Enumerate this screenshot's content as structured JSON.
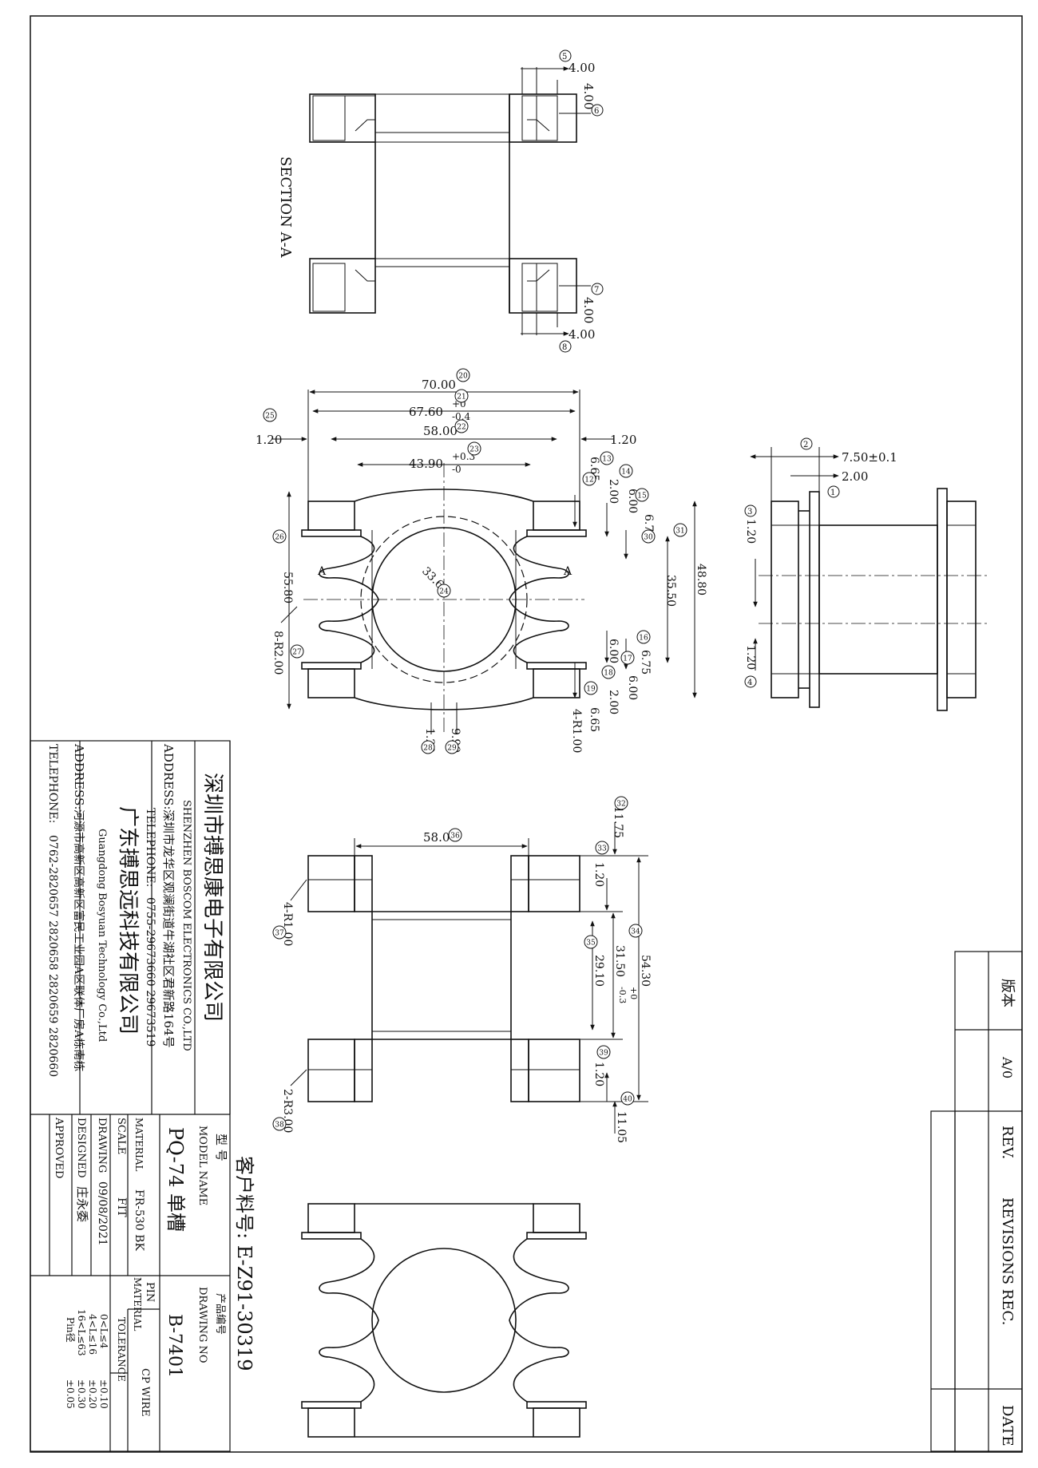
{
  "drawing": {
    "section_title": "SECTION A-A",
    "customer_part_label": "客户料号: E-Z91-30319",
    "section_dims": [
      "4.00",
      "4.00",
      "4.00",
      "4.00"
    ],
    "section_balloons": [
      "5",
      "6",
      "7",
      "8"
    ],
    "top_dims": [
      "70.00",
      "67.60",
      "58.00",
      "43.90",
      "1.20",
      "1.20",
      "6.65",
      "2.00",
      "6.00",
      "6.75",
      "35.50",
      "48.80",
      "55.80",
      "33.60",
      "6.00",
      "6.75",
      "6.00",
      "2.00",
      "6.65",
      "1.20",
      "9.90",
      "8-R2.00",
      "4-R1.00"
    ],
    "tol_top_0_4": [
      "+0",
      "-0.4"
    ],
    "tol_top_0_3": [
      "+0.3",
      "-0"
    ],
    "section_marks": [
      "A",
      "A"
    ],
    "side_dims": [
      "7.50±0.1",
      "2.00",
      "1.20",
      "1.20"
    ],
    "side_balloons": [
      "2",
      "1",
      "3",
      "4"
    ],
    "lower_dims": [
      "58.00",
      "11.75",
      "1.20",
      "54.30",
      "31.50",
      "29.10",
      "1.20",
      "11.05",
      "4-R1.00",
      "2-R3.00"
    ],
    "tol_lower": [
      "+0",
      "-0.3"
    ],
    "balloons": [
      "12",
      "13",
      "14",
      "15",
      "16",
      "17",
      "18",
      "19",
      "20",
      "21",
      "22",
      "23",
      "24",
      "25",
      "26",
      "27",
      "28",
      "29",
      "30",
      "31",
      "32",
      "33",
      "34",
      "35",
      "36",
      "37",
      "38",
      "39",
      "40"
    ]
  },
  "revision_block": {
    "version_label": "版本",
    "version_value": "A/0",
    "rev_label": "REV.",
    "revisions_label": "REVISIONS REC.",
    "date_label": "DATE"
  },
  "title_block": {
    "company_cn": "深圳市搏思康电子有限公司",
    "company_en": "SHENZHEN BOSCOM ELECTRONICS CO.,LTD",
    "address_label": "ADDRESS:",
    "address_value": "深圳市龙华区观澜街道牛湖社区君新路164号",
    "telephone_label": "TELEPHONE:",
    "telephone_value": "0755-29673660 29673519",
    "company2_cn": "广东搏思远科技有限公司",
    "company2_en": "Guangdong Bosyuan Technology Co.,Ltd",
    "address2_label": "ADDRESS:",
    "address2_value": "河源市高新区高新区富民工业园A区联体厂房A栋南栋",
    "telephone2_label": "TELEPHONE:",
    "telephone2_value": "0762-2820657 2820658 2820659 2820660",
    "model_name_cn": "型 号",
    "model_name_label": "MODEL NAME",
    "model_name_value": "PQ-74 单槽",
    "material_label": "MATERIAL",
    "material_value": "FR-530 BK",
    "scale_label": "SCALE",
    "scale_value": "FIT",
    "drawing_label": "DRAWING",
    "drawing_date": "09/08/2021",
    "designed_label": "DESIGNED",
    "designed_value": "庄永委",
    "approved_label": "APPROVED",
    "drawing_no_cn": "产品编号",
    "drawing_no_label": "DRAWING NO",
    "drawing_no_value": "B-7401",
    "pin_label": "PIN",
    "pin_material_label": "MATERIAL",
    "pin_material_value": "CP WIRE",
    "tolerance_label": "TOLERANCE",
    "tolerance_rows": [
      {
        "range": "0<L≤4",
        "value": "±0.10"
      },
      {
        "range": "4<L≤16",
        "value": "±0.20"
      },
      {
        "range": "16<L≤63",
        "value": "±0.30"
      },
      {
        "range": "Pin径",
        "value": "±0.05"
      }
    ]
  }
}
